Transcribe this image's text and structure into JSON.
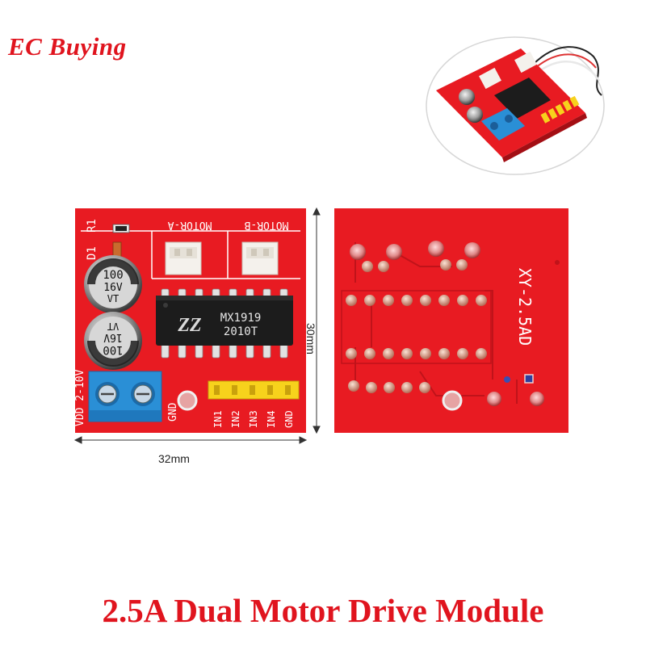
{
  "brand": {
    "text": "EC Buying"
  },
  "caption": {
    "text": "2.5A Dual Motor Drive Module"
  },
  "dimensions": {
    "width_label": "32mm",
    "height_label": "30mm"
  },
  "front_board": {
    "motor_a_label": "MOTOR-A",
    "motor_b_label": "MOTOR-B",
    "d1_label": "D1",
    "r1_label": "R1",
    "cap1_value": "100",
    "cap1_voltage": "16V",
    "cap1_series": "VT",
    "cap2_value": "100",
    "cap2_voltage": "16V",
    "cap2_series": "VT",
    "chip_part": "MX1919",
    "chip_code": "2010T",
    "vdd_label": "VDD 2-10V",
    "gnd_label": "GND",
    "pins": [
      "IN1",
      "IN2",
      "IN3",
      "IN4",
      "GND"
    ]
  },
  "back_board": {
    "model_label": "XY-2.5AD"
  },
  "colors": {
    "accent": "#e0141e",
    "pcb_red": "#e81b22",
    "terminal_blue": "#2a8fd6",
    "pin_yellow": "#f7d21c"
  }
}
